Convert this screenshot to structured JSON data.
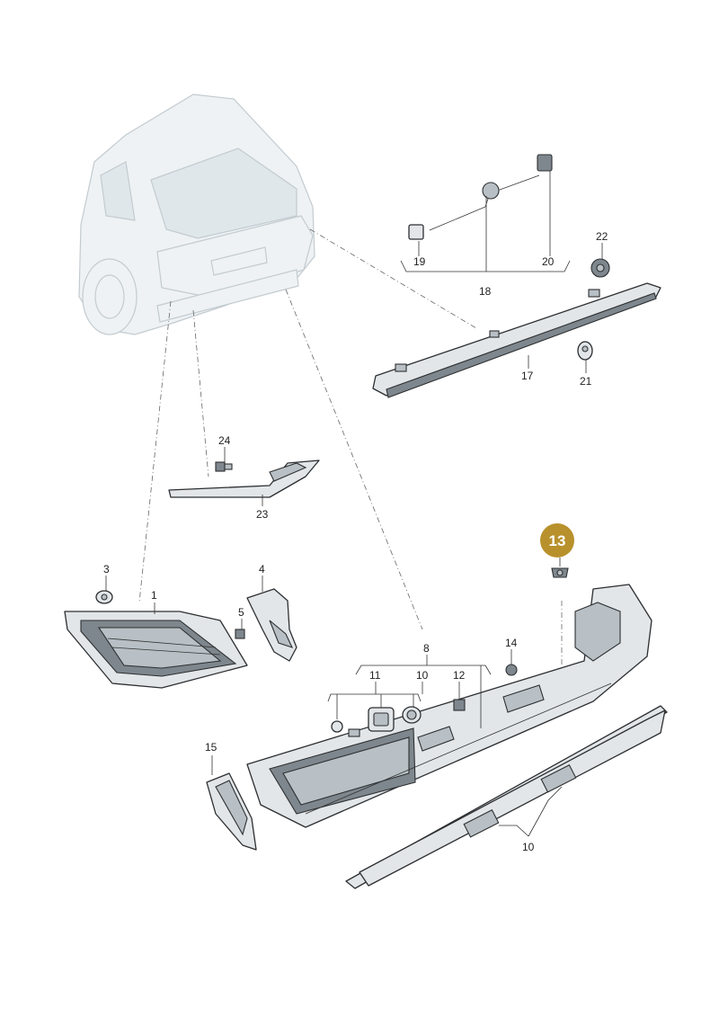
{
  "diagram": {
    "highlight_color": "#b8912c",
    "highlighted_part": "13",
    "callouts": {
      "c1": "1",
      "c3": "3",
      "c4": "4",
      "c5": "5",
      "c8": "8",
      "c10a": "10",
      "c10b": "10",
      "c11": "11",
      "c12": "12",
      "c13": "13",
      "c14": "14",
      "c15": "15",
      "c17": "17",
      "c18": "18",
      "c19": "19",
      "c20": "20",
      "c21": "21",
      "c22": "22",
      "c23": "23",
      "c24": "24"
    }
  }
}
